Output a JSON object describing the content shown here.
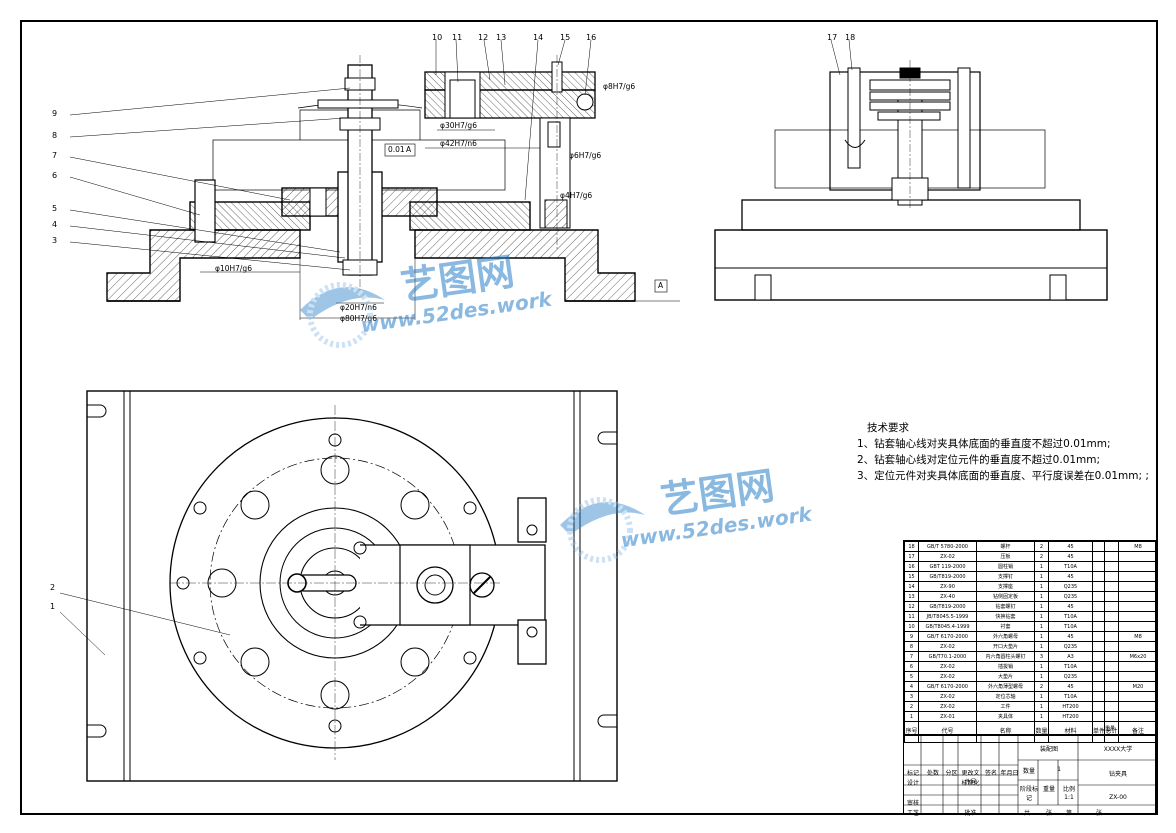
{
  "balloons": [
    "10",
    "11",
    "12",
    "13",
    "14",
    "15",
    "16",
    "17",
    "18",
    "9",
    "8",
    "7",
    "6",
    "5",
    "4",
    "3",
    "2",
    "1"
  ],
  "callouts": [
    "φ8H7/g6",
    "φ30H7/g6",
    "φ42H7/n6",
    "0.01",
    "A",
    "φ6H7/g6",
    "φ4H7/g6",
    "φ10H7/g6",
    "φ20H7/n6",
    "φ80H7/g6",
    "A"
  ],
  "tech": {
    "heading": "技术要求",
    "lines": [
      "1、钻套轴心线对夹具体底面的垂直度不超过0.01mm;",
      "2、钻套轴心线对定位元件的垂直度不超过0.01mm;",
      "3、定位元件对夹具体底面的垂直度、平行度误差在0.01mm; ;"
    ]
  },
  "bom": {
    "rows": [
      [
        "18",
        "GB/T 5780-2000",
        "螺杆",
        "2",
        "45",
        "",
        "",
        "M8"
      ],
      [
        "17",
        "ZX-02",
        "压板",
        "2",
        "45",
        "",
        "",
        ""
      ],
      [
        "16",
        "GBT 119-2000",
        "圆柱销",
        "1",
        "T10A",
        "",
        "",
        ""
      ],
      [
        "15",
        "GB/T819-2000",
        "支撑钉",
        "1",
        "45",
        "",
        "",
        ""
      ],
      [
        "14",
        "ZX-90",
        "支撑座",
        "1",
        "Q235",
        "",
        "",
        ""
      ],
      [
        "13",
        "ZX-40",
        "钻侧固定板",
        "1",
        "Q235",
        "",
        "",
        ""
      ],
      [
        "12",
        "GB/T819-2000",
        "钻套螺钉",
        "1",
        "45",
        "",
        "",
        ""
      ],
      [
        "11",
        "JB/T8045.5-1999",
        "快换钻套",
        "1",
        "T10A",
        "",
        "",
        ""
      ],
      [
        "10",
        "GB/T8045.4-1999",
        "衬套",
        "1",
        "T10A",
        "",
        "",
        ""
      ],
      [
        "9",
        "GB/T 6170-2000",
        "外六角螺母",
        "1",
        "45",
        "",
        "",
        "M8"
      ],
      [
        "8",
        "ZX-02",
        "开口大垫片",
        "1",
        "Q235",
        "",
        "",
        ""
      ],
      [
        "7",
        "GB/T70.1-2000",
        "内六角圆柱头螺钉",
        "3",
        "A3",
        "",
        "",
        "M6x20"
      ],
      [
        "6",
        "ZX-02",
        "插拔销",
        "1",
        "T10A",
        "",
        "",
        ""
      ],
      [
        "5",
        "ZX-02",
        "大垫片",
        "1",
        "Q235",
        "",
        "",
        ""
      ],
      [
        "4",
        "GB/T 6170-2000",
        "外六角薄型螺母",
        "2",
        "45",
        "",
        "",
        "M20"
      ],
      [
        "3",
        "ZX-02",
        "定位芯轴",
        "1",
        "T10A",
        "",
        "",
        ""
      ],
      [
        "2",
        "ZX-02",
        "工件",
        "1",
        "HT200",
        "",
        "",
        ""
      ],
      [
        "1",
        "ZX-01",
        "夹具体",
        "1",
        "HT200",
        "",
        "",
        ""
      ]
    ],
    "header": [
      "序号",
      "代号",
      "名称",
      "数量",
      "材料",
      "单件",
      "总计",
      "备注"
    ],
    "header_sub": "重量"
  },
  "title_block": {
    "drawing": "装配图",
    "school": "XXXX大学",
    "qty_label": "数量",
    "qty": "1",
    "name": "钻夹具",
    "stage_label": "阶段标记",
    "weight_label": "重量",
    "scale_label": "比例",
    "scale": "1:1",
    "code": "ZX-00",
    "labels": [
      "标记",
      "处数",
      "分区",
      "更改文件号",
      "签名",
      "年月日",
      "设计",
      "标准化",
      "审核",
      "工艺",
      "批准"
    ],
    "sheet": [
      "共",
      "张",
      "第",
      "张"
    ]
  },
  "watermark": {
    "cn": "艺图网",
    "url": "www.52des.work"
  },
  "colors": {
    "line": "#000000",
    "hatch": "#000000",
    "watermark": "#2a7fc7"
  }
}
